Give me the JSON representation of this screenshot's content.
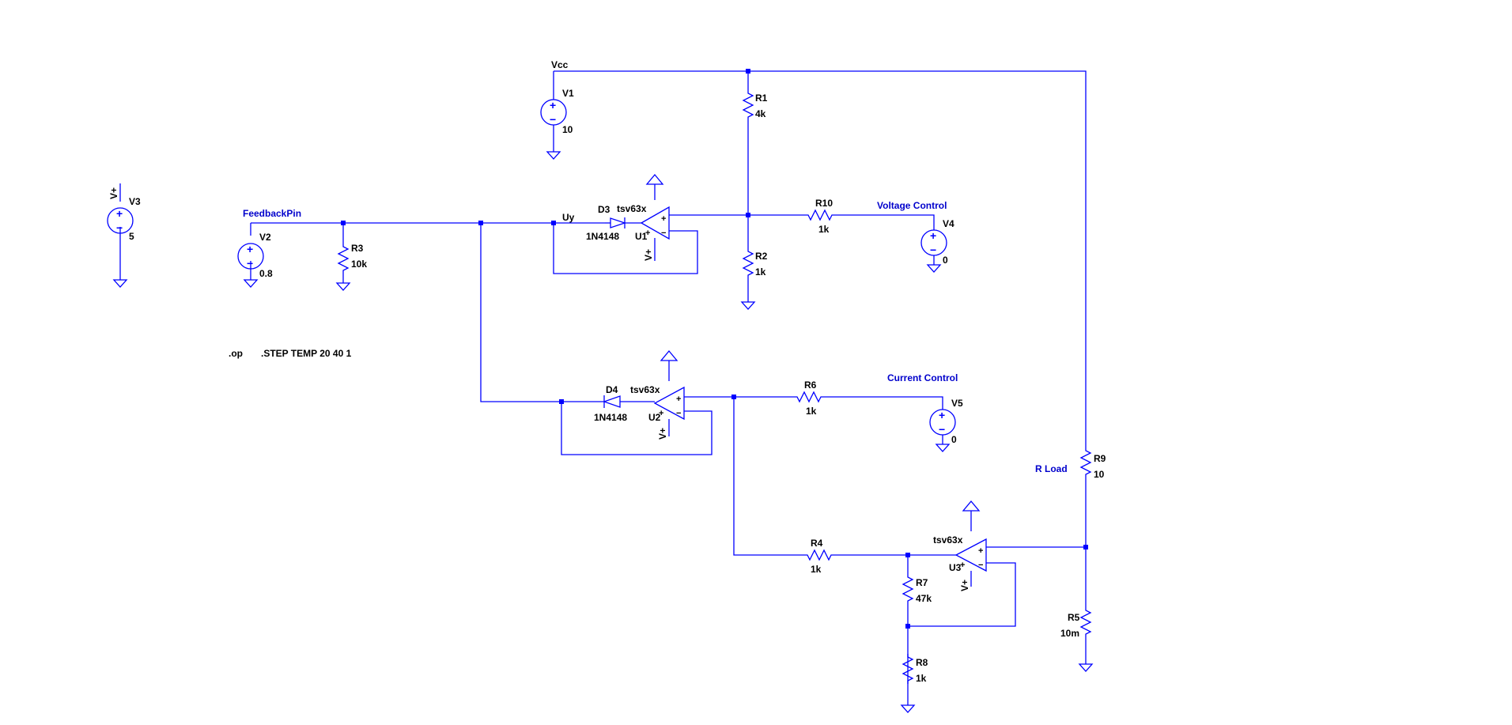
{
  "colors": {
    "wire": "#0000ff",
    "label": "#000000",
    "netlabel": "#0000cc",
    "background": "#ffffff"
  },
  "nets": {
    "vcc": "Vcc",
    "feedback": "FeedbackPin",
    "uy": "Uy",
    "voltage_control": "Voltage Control",
    "current_control": "Current Control",
    "r_load": "R Load"
  },
  "directives": {
    "op": ".op",
    "step": ".STEP TEMP 20 40 1"
  },
  "sources": {
    "V1": {
      "name": "V1",
      "value": "10"
    },
    "V2": {
      "name": "V2",
      "value": "0.8"
    },
    "V3": {
      "name": "V3",
      "value": "5",
      "pin": "V+"
    },
    "V4": {
      "name": "V4",
      "value": "0"
    },
    "V5": {
      "name": "V5",
      "value": "0"
    }
  },
  "resistors": {
    "R1": {
      "name": "R1",
      "value": "4k"
    },
    "R2": {
      "name": "R2",
      "value": "1k"
    },
    "R3": {
      "name": "R3",
      "value": "10k"
    },
    "R4": {
      "name": "R4",
      "value": "1k"
    },
    "R5": {
      "name": "R5",
      "value": "10m"
    },
    "R6": {
      "name": "R6",
      "value": "1k"
    },
    "R7": {
      "name": "R7",
      "value": "47k"
    },
    "R8": {
      "name": "R8",
      "value": "1k"
    },
    "R9": {
      "name": "R9",
      "value": "10"
    },
    "R10": {
      "name": "R10",
      "value": "1k"
    }
  },
  "diodes": {
    "D3": {
      "name": "D3",
      "model": "1N4148"
    },
    "D4": {
      "name": "D4",
      "model": "1N4148"
    }
  },
  "opamps": {
    "U1": {
      "name": "U1",
      "model": "tsv63x",
      "supply": "V+"
    },
    "U2": {
      "name": "U2",
      "model": "tsv63x",
      "supply": "V+"
    },
    "U3": {
      "name": "U3",
      "model": "tsv63x",
      "supply": "V+"
    }
  }
}
